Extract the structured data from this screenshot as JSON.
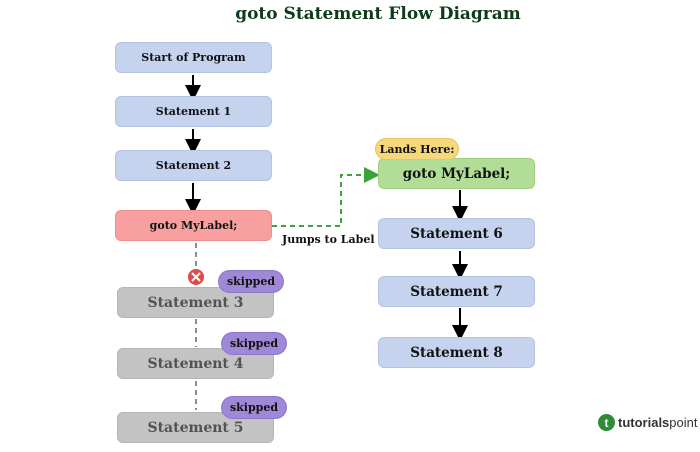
{
  "title": "goto Statement Flow Diagram",
  "left_flow": {
    "start": "Start of Program",
    "statement1": "Statement 1",
    "statement2": "Statement 2",
    "goto": "goto MyLabel;",
    "skipped_statements": [
      "Statement 3",
      "Statement 4",
      "Statement 5"
    ],
    "skipped_badge": "skipped"
  },
  "jump_label": "Jumps to Label",
  "right_flow": {
    "lands_badge": "Lands Here:",
    "label": "goto MyLabel;",
    "statements": [
      "Statement 6",
      "Statement 7",
      "Statement 8"
    ]
  },
  "logo": {
    "brand_bold": "tutorials",
    "brand_rest": "point"
  },
  "colors": {
    "blue_box": "#c5d3ee",
    "goto_box": "#f8a0a0",
    "label_box": "#b1dd97",
    "skipped_box": "#c3c3c3",
    "skipped_badge": "#9f88d6",
    "lands_badge": "#f7d77b",
    "jump_arrow": "#3aa33a",
    "cross_icon": "#e04a4a"
  },
  "icons": [
    "cross-icon",
    "tutorialspoint-logo"
  ]
}
